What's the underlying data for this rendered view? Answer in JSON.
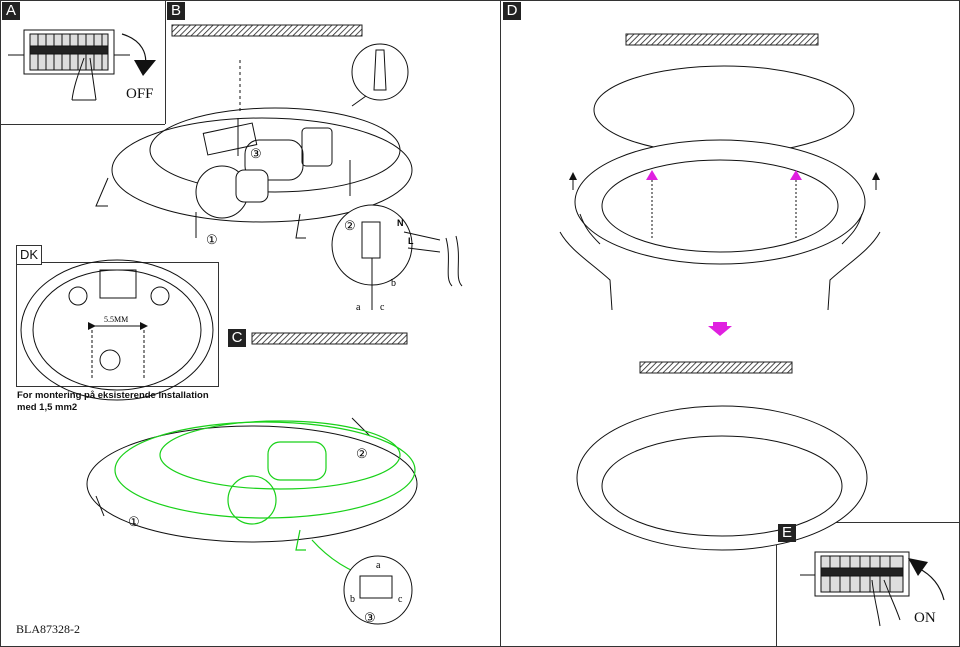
{
  "panels": {
    "a": {
      "tag": "A",
      "switch_label": "OFF"
    },
    "b": {
      "tag": "B",
      "callouts": [
        "①",
        "②",
        "③"
      ],
      "wire_labels": [
        "N",
        "L"
      ],
      "tool_labels": [
        "a",
        "b",
        "c"
      ]
    },
    "dk": {
      "tag": "DK",
      "dimension": "5.5MM",
      "note_line1": "For montering på  eksisterende installation",
      "note_line2": "med 1,5 mm2"
    },
    "c": {
      "tag": "C",
      "callouts": [
        "①",
        "②",
        "③"
      ],
      "tool_labels": [
        "a",
        "b",
        "c"
      ]
    },
    "d": {
      "tag": "D"
    },
    "e": {
      "tag": "E",
      "switch_label": "ON"
    }
  },
  "footer": {
    "model_code": "BLA87328-2"
  },
  "colors": {
    "highlight_green": "#19d119",
    "arrow_magenta": "#e020e0",
    "line": "#1a1a1a"
  }
}
